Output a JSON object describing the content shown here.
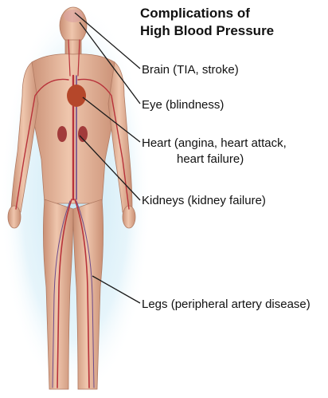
{
  "title": "Complications of\nHigh Blood Pressure",
  "labels": {
    "brain": "Brain (TIA, stroke)",
    "eye": "Eye (blindness)",
    "heart_line1": "Heart (angina, heart attack,",
    "heart_line2": "heart failure)",
    "kidneys": "Kidneys (kidney failure)",
    "legs": "Legs (peripheral artery disease)"
  },
  "colors": {
    "skin": "#e6b79b",
    "skin_shadow": "#c98f74",
    "glow": "#bfe3f2",
    "artery": "#b8323a",
    "vein": "#6c4a8a",
    "organ": "#b5472a",
    "leader": "#1a1a1a"
  }
}
